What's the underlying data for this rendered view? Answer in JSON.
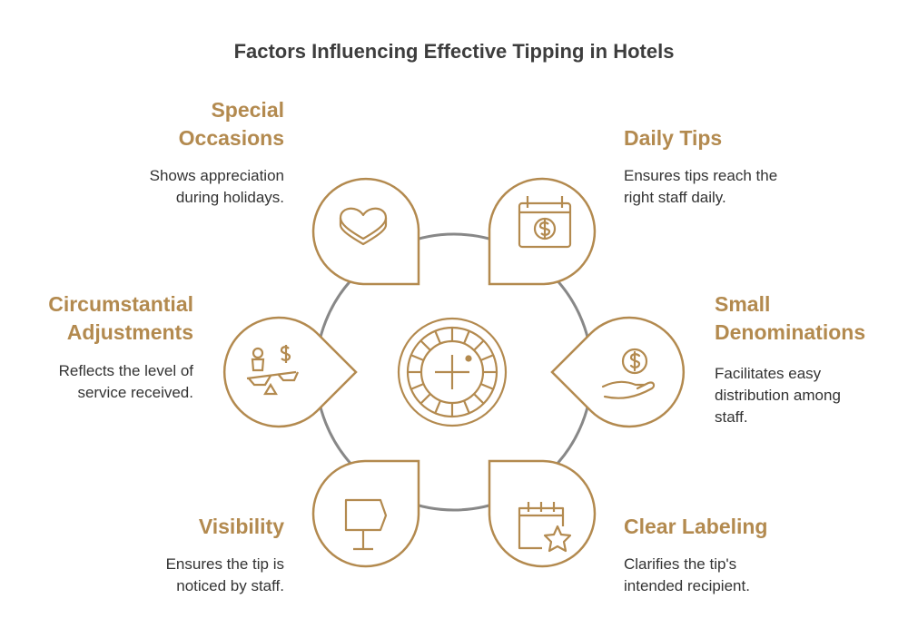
{
  "title": "Factors Influencing Effective Tipping in Hotels",
  "colors": {
    "accent": "#b38a4f",
    "ring": "#888888",
    "text": "#333333",
    "title": "#3d3d3d"
  },
  "center": {
    "icon": "roulette-wheel-icon"
  },
  "factors": [
    {
      "label_lines": [
        "Special",
        "Occasions"
      ],
      "desc_lines": [
        "Shows appreciation",
        "during holidays."
      ],
      "icon": "heart-box-icon"
    },
    {
      "label_lines": [
        "Daily Tips"
      ],
      "desc_lines": [
        "Ensures tips reach the",
        "right staff daily."
      ],
      "icon": "calendar-dollar-icon"
    },
    {
      "label_lines": [
        "Circumstantial",
        "Adjustments"
      ],
      "desc_lines": [
        "Reflects the level of",
        "service received."
      ],
      "icon": "balance-scale-icon"
    },
    {
      "label_lines": [
        "Small",
        "Denominations"
      ],
      "desc_lines": [
        "Facilitates easy",
        "distribution among",
        "staff."
      ],
      "icon": "hand-coin-icon"
    },
    {
      "label_lines": [
        "Visibility"
      ],
      "desc_lines": [
        "Ensures the tip is",
        "noticed by staff."
      ],
      "icon": "lamp-icon"
    },
    {
      "label_lines": [
        "Clear Labeling"
      ],
      "desc_lines": [
        "Clarifies the tip's",
        "intended recipient."
      ],
      "icon": "calendar-star-icon"
    }
  ]
}
